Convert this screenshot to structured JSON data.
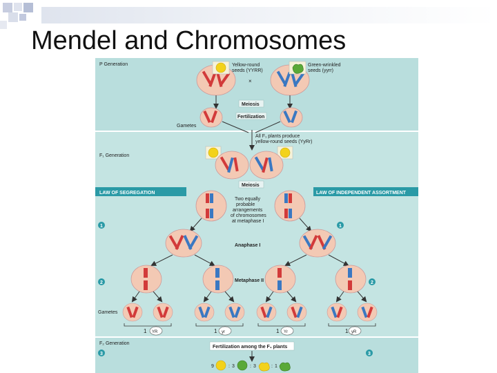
{
  "slide": {
    "title": "Mendel and Chromosomes"
  },
  "figure": {
    "p_generation": "P Generation",
    "yellow_round_parent": [
      "Yellow-round",
      "seeds (YYRR)"
    ],
    "green_wrinkled_parent": [
      "Green-wrinkled",
      "seeds (yyrr)"
    ],
    "cross_symbol": "×",
    "meiosis_1": "Meiosis",
    "fertilization": "Fertilization",
    "gametes_1": "Gametes",
    "f1_produce": [
      "All F₁ plants produce",
      "yellow-round seeds (YyRr)"
    ],
    "f1_generation": "F₁ Generation",
    "meiosis_2": "Meiosis",
    "law_segregation": "LAW OF SEGREGATION",
    "law_independent": "LAW OF INDEPENDENT ASSORTMENT",
    "two_equally": [
      "Two equally",
      "probable",
      "arrangements",
      "of chromosomes",
      "at metaphase I"
    ],
    "anaphase": "Anaphase I",
    "metaphase2": "Metaphase II",
    "gametes_2": "Gametes",
    "step1": "1",
    "step2": "2",
    "step3": "3",
    "gamete_counts": [
      {
        "n": "1",
        "g": "YR"
      },
      {
        "n": "1",
        "g": "yr"
      },
      {
        "n": "1",
        "g": "Yr"
      },
      {
        "n": "1",
        "g": "yR"
      }
    ],
    "f2_generation": "F₂ Generation",
    "fertilization_f1": "Fertilization among the F₁ plants",
    "ratio": [
      {
        "n": "9",
        "sep": ":"
      },
      {
        "n": "3",
        "sep": ":"
      },
      {
        "n": "3",
        "sep": ":"
      },
      {
        "n": "1",
        "sep": ""
      }
    ],
    "colors": {
      "panel": "#b9dedd",
      "panel_light": "#d3ecea",
      "banner": "#2a9aa6",
      "red_chrom": "#d23a3a",
      "blue_chrom": "#3a78c2",
      "yellow_seed": "#f3d21a",
      "green_seed": "#5aa938",
      "cell": "#f3c9b4"
    }
  }
}
